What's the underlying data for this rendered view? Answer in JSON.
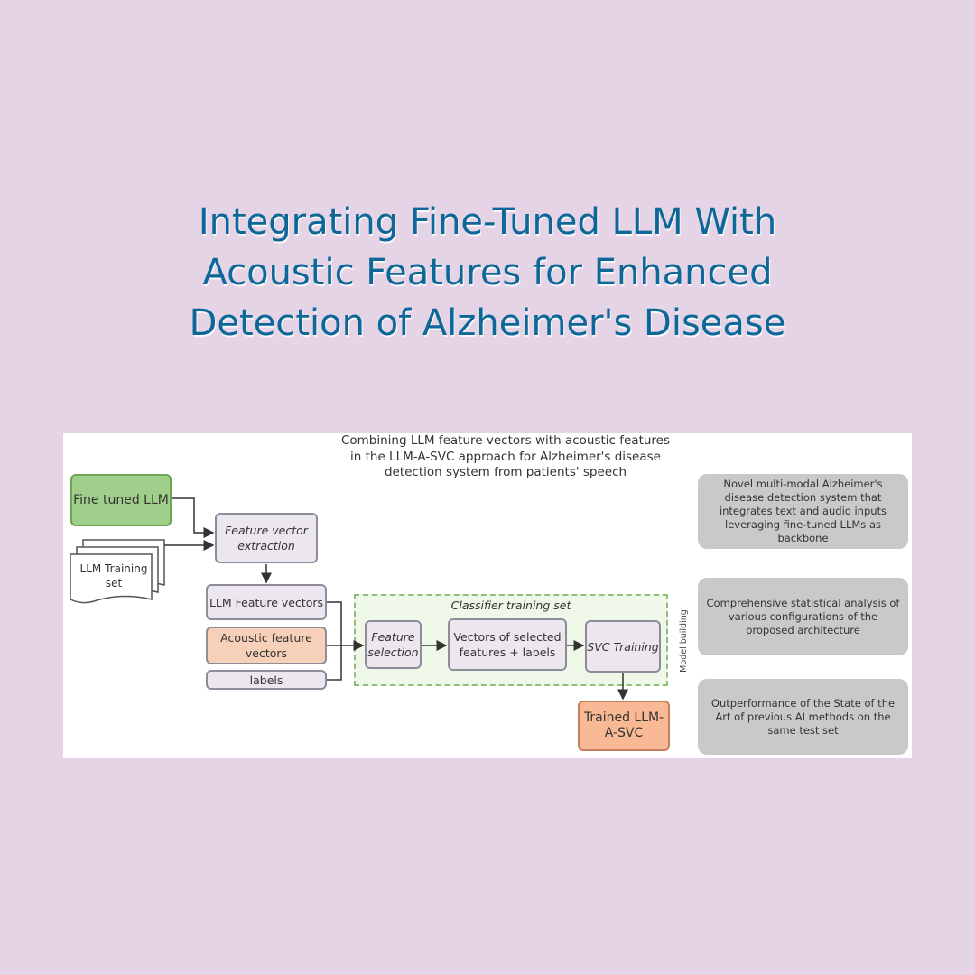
{
  "title": {
    "line1": "Integrating Fine-Tuned LLM With",
    "line2": "Acoustic Features for Enhanced",
    "line3": "Detection of Alzheimer's Disease"
  },
  "diagram": {
    "caption": "Combining LLM feature vectors with acoustic features in the LLM-A-SVC approach for Alzheimer's disease detection system from patients' speech",
    "nodes": {
      "fine_tuned_llm": "Fine tuned LLM",
      "llm_training_set": "LLM Training set",
      "feature_vector_extraction": "Feature vector extraction",
      "llm_feature_vectors": "LLM Feature vectors",
      "acoustic_feature_vectors": "Acoustic feature vectors",
      "labels": "labels",
      "classifier_training_set": "Classifier training set",
      "feature_selection": "Feature selection",
      "vectors_selected": "Vectors of selected features + labels",
      "svc_training": "SVC Training",
      "model_building": "Model building",
      "trained_model": "Trained LLM-A-SVC"
    },
    "highlights": [
      "Novel multi-modal Alzheimer's disease detection system that integrates text and audio inputs leveraging fine-tuned LLMs as backbone",
      "Comprehensive statistical analysis of various configurations of the proposed architecture",
      "Outperformance of the State of the Art of previous AI methods on the same test set"
    ]
  },
  "colors": {
    "background": "#e5d3e6",
    "title": "#0d6898",
    "fine_tuned_llm": "#9fcf8a",
    "acoustic": "#f6d0b8",
    "trained_model": "#f9b995",
    "highlight_box": "#c9c9c9"
  }
}
